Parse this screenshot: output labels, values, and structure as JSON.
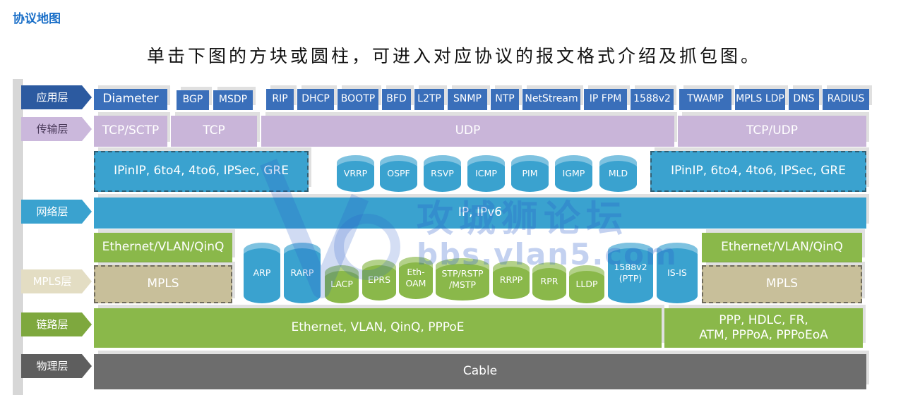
{
  "page_title": "协议地图",
  "subtitle": "单击下图的方块或圆柱，可进入对应协议的报文格式介绍及抓包图。",
  "layers": {
    "application": "应用层",
    "transport": "传输层",
    "network": "网络层",
    "mpls": "MPLS层",
    "link": "链路层",
    "physical": "物理层"
  },
  "application": {
    "diameter": "Diameter",
    "bgp": "BGP",
    "msdp": "MSDP",
    "rip": "RIP",
    "dhcp": "DHCP",
    "bootp": "BOOTP",
    "bfd": "BFD",
    "l2tp": "L2TP",
    "snmp": "SNMP",
    "ntp": "NTP",
    "netstream": "NetStream",
    "ipfpm": "IP FPM",
    "p1588v2": "1588v2",
    "twamp": "TWAMP",
    "mplsldp": "MPLS LDP",
    "dns": "DNS",
    "radius": "RADIUS"
  },
  "transport": {
    "tcpsctp": "TCP/SCTP",
    "tcp": "TCP",
    "udp": "UDP",
    "tcpudp": "TCP/UDP"
  },
  "tunnel": {
    "left": "IPinIP, 6to4, 4to6, IPSec, GRE",
    "right": "IPinIP, 6to4, 4to6, IPSec, GRE"
  },
  "network_protocols": {
    "vrrp": "VRRP",
    "ospf": "OSPF",
    "rsvp": "RSVP",
    "icmp": "ICMP",
    "pim": "PIM",
    "igmp": "IGMP",
    "mld": "MLD"
  },
  "ip": "IP,  IPv6",
  "eth_vlan": {
    "left": "Ethernet/VLAN/QinQ",
    "right": "Ethernet/VLAN/QinQ"
  },
  "mpls_box": {
    "left": "MPLS",
    "right": "MPLS"
  },
  "link_protocols": {
    "arp": "ARP",
    "rarp": "RARP",
    "lacp": "LACP",
    "eprs": "EPRS",
    "ethoam": "Eth-OAM",
    "stp": "STP/RSTP /MSTP",
    "rrpp": "RRPP",
    "rpr": "RPR",
    "lldp": "LLDP",
    "ptp": "1588v2 (PTP)",
    "isis": "IS-IS"
  },
  "link": {
    "ethernet": "Ethernet,  VLAN,  QinQ,  PPPoE",
    "ppp_line1": "PPP,  HDLC,   FR,",
    "ppp_line2": "ATM,  PPPoA,  PPPoEoA"
  },
  "cable": "Cable",
  "watermark": {
    "text": "攻城狮论坛",
    "url": "bbs.vlan5.com"
  },
  "colors": {
    "app": "#3a6fba",
    "transport": "#c9b5d9",
    "network": "#3aa2cf",
    "link": "#8ab84a",
    "mpls": "#c8bf9a",
    "physical": "#6d6d6d",
    "title": "#1a6fc8"
  }
}
